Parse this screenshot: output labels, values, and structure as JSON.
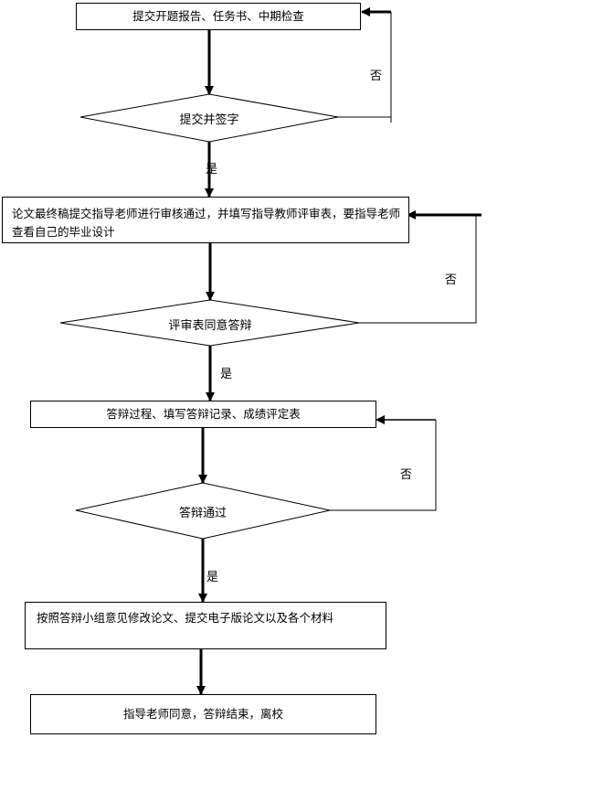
{
  "boxes": {
    "b1": "提交开题报告、任务书、中期检查",
    "b2": "论文最终稿提交指导老师进行审核通过，并填写指导教师评审表，要指导老师查看自己的毕业设计",
    "b3": "答辩过程、填写答辩记录、成绩评定表",
    "b4": "按照答辩小组意见修改论文、提交电子版论文以及各个材料",
    "b5": "指导老师同意，答辩结束，离校"
  },
  "decisions": {
    "d1": "提交并签字",
    "d2": "评审表同意答辩",
    "d3": "答辩通过"
  },
  "labels": {
    "yes1": "是",
    "no1": "否",
    "yes2": "是",
    "no2": "否",
    "yes3": "是",
    "no3": "否"
  }
}
